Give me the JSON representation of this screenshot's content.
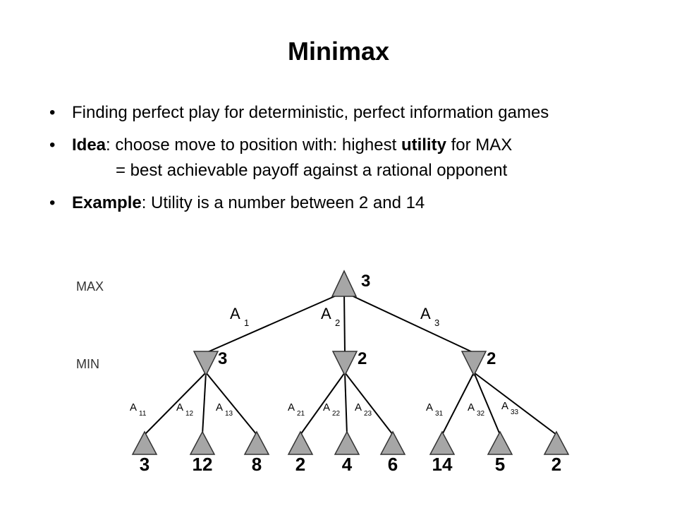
{
  "slide": {
    "title": "Minimax",
    "bullets": {
      "b1": "Finding perfect play for deterministic, perfect information games",
      "b2_label": "Idea",
      "b2_text_1": ": choose move to position with: highest ",
      "b2_utility": "utility",
      "b2_text_2": " for MAX",
      "b2_line2": "= best achievable payoff against a rational opponent",
      "b3_label": "Example",
      "b3_text": ": Utility is a number between 2 and 14"
    },
    "bullet_glyph": "•"
  },
  "tree": {
    "level_labels": {
      "max": "MAX",
      "min": "MIN"
    },
    "root_value": "3",
    "min_values": [
      "3",
      "2",
      "2"
    ],
    "leaf_values": [
      "3",
      "12",
      "8",
      "2",
      "4",
      "6",
      "14",
      "5",
      "2"
    ],
    "root_edges": [
      {
        "letter": "A",
        "sub": "1"
      },
      {
        "letter": "A",
        "sub": "2"
      },
      {
        "letter": "A",
        "sub": "3"
      }
    ],
    "leaf_edges": [
      {
        "letter": "A",
        "sub": "11"
      },
      {
        "letter": "A",
        "sub": "12"
      },
      {
        "letter": "A",
        "sub": "13"
      },
      {
        "letter": "A",
        "sub": "21"
      },
      {
        "letter": "A",
        "sub": "22"
      },
      {
        "letter": "A",
        "sub": "23"
      },
      {
        "letter": "A",
        "sub": "31"
      },
      {
        "letter": "A",
        "sub": "32"
      },
      {
        "letter": "A",
        "sub": "33"
      }
    ],
    "node_color": "#a6a6a6"
  }
}
